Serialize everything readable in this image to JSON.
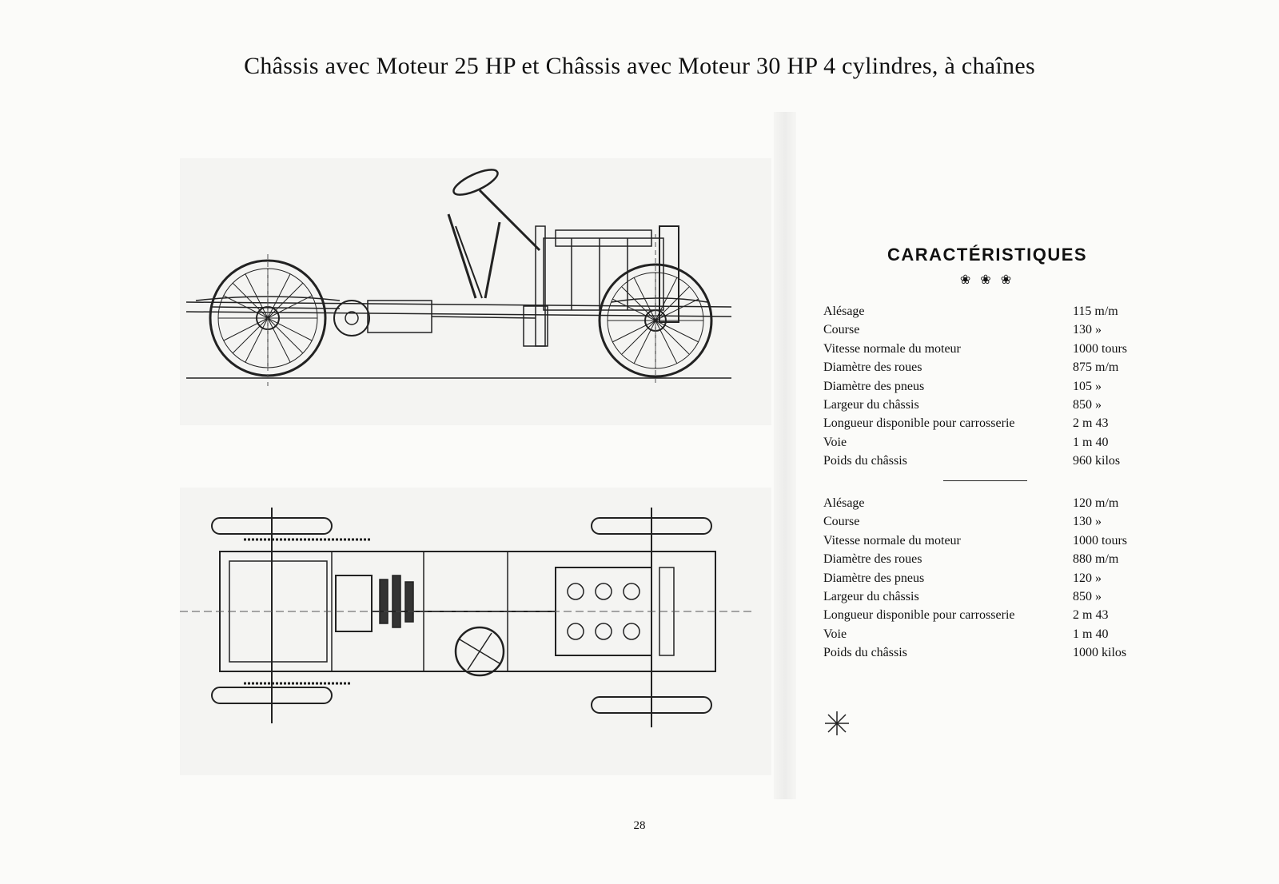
{
  "title": "Châssis avec Moteur 25 HP et Châssis avec Moteur 30 HP 4 cylindres, à chaînes",
  "specs": {
    "heading": "CARACTÉRISTIQUES",
    "ornament": "❀ ❀ ❀",
    "table1": [
      {
        "label": "Alésage",
        "value": "115 m/m"
      },
      {
        "label": "Course",
        "value": "130 »"
      },
      {
        "label": "Vitesse normale du moteur",
        "value": "1000 tours"
      },
      {
        "label": "Diamètre des roues",
        "value": "875 m/m"
      },
      {
        "label": "Diamètre des pneus",
        "value": "105 »"
      },
      {
        "label": "Largeur du châssis",
        "value": "850 »"
      },
      {
        "label": "Longueur disponible pour carrosserie",
        "value": "2 m 43"
      },
      {
        "label": "Voie",
        "value": "1 m 40"
      },
      {
        "label": "Poids du châssis",
        "value": "960 kilos"
      }
    ],
    "table2": [
      {
        "label": "Alésage",
        "value": "120 m/m"
      },
      {
        "label": "Course",
        "value": "130 »"
      },
      {
        "label": "Vitesse normale du moteur",
        "value": "1000 tours"
      },
      {
        "label": "Diamètre des roues",
        "value": "880 m/m"
      },
      {
        "label": "Diamètre des pneus",
        "value": "120 »"
      },
      {
        "label": "Largeur du châssis",
        "value": "850 »"
      },
      {
        "label": "Longueur disponible pour carrosserie",
        "value": "2 m 43"
      },
      {
        "label": "Voie",
        "value": "1 m 40"
      },
      {
        "label": "Poids du châssis",
        "value": "1000 kilos"
      }
    ]
  },
  "page_number": "28",
  "colors": {
    "ink": "#111111",
    "paper": "#fbfbf9"
  }
}
